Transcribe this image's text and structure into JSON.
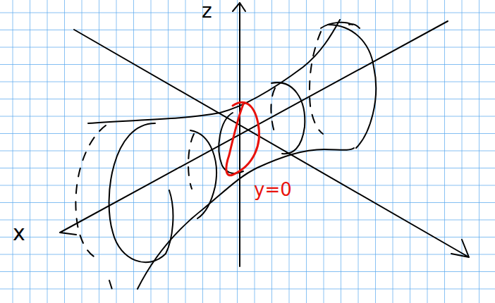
{
  "diagram": {
    "labels": [
      "z",
      "x",
      "y=0"
    ]
  }
}
